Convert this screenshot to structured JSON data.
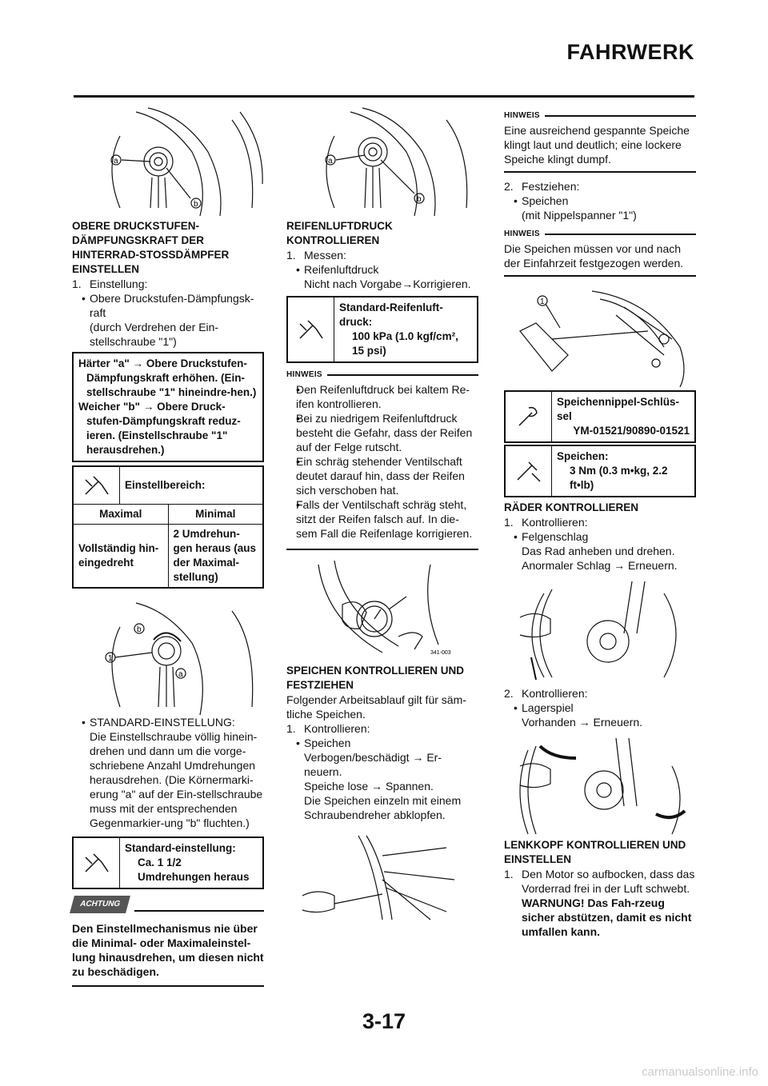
{
  "header": {
    "title": "FAHRWERK",
    "page_number": "3-17"
  },
  "col1": {
    "heading": "OBERE DRUCKSTUFEN-\nDÄMPFUNGSKRAFT DER\nHINTERRAD-STOSSDÄMPFER\nEINSTELLEN",
    "step1": "1.",
    "step1_text": "Einstellung:",
    "bullet1": "Obere Druckstufen-Dämpfungsk-raft",
    "bullet1_sub": "(durch Verdrehen der Ein-stellschraube \"1\")",
    "hard_box": {
      "line1": "Härter \"a\" → Obere Druckstufen-",
      "line1b": "Dämpfungskraft erhöhen. (Ein-stellschraube \"1\" hineindre-hen.)",
      "line2": "Weicher \"b\" → Obere Druck-",
      "line2b": "stufen-Dämpfungskraft reduz-ieren. (Einstellschraube \"1\" herausdrehen.)"
    },
    "range": {
      "title": "Einstellbereich:",
      "col_max": "Maximal",
      "col_min": "Minimal",
      "val_max": "Vollständig hin-eingedreht",
      "val_min": "2 Umdrehun-gen heraus (aus der Maximal-stellung)"
    },
    "bullet2": "STANDARD-EINSTELLUNG:",
    "bullet2_text": "Die Einstellschraube völlig hinein-drehen und dann um die vorge-schriebene Anzahl Umdrehungen herausdrehen. (Die Körnermarki-erung \"a\" auf der Ein-stellschraube muss mit der entsprechenden Gegenmarkier-ung \"b\" fluchten.)",
    "std_box": {
      "title": "Standard-einstellung:",
      "value": "Ca. 1 1/2 Umdrehungen heraus"
    },
    "warn_label": "ACHTUNG",
    "warn_text": "Den Einstellmechanismus nie über die Minimal- oder Maximaleinstel-lung hinausdrehen, um diesen nicht zu beschädigen.",
    "fig_labels": {
      "a": "a",
      "b": "b",
      "one": "1"
    }
  },
  "col2": {
    "heading": "REIFENLUFTDRUCK\nKONTROLLIEREN",
    "step1": "1.",
    "step1_text": "Messen:",
    "bullet1": "Reifenluftdruck",
    "bullet1_sub": "Nicht nach Vorgabe→Korrigieren.",
    "pressure_box": {
      "title": "Standard-Reifenluft-druck:",
      "value": "100 kPa (1.0 kgf/cm², 15 psi)"
    },
    "note_label": "HINWEIS",
    "notes": [
      "Den Reifenluftdruck bei kaltem Re-ifen kontrollieren.",
      "Bei zu niedrigem Reifenluftdruck besteht die Gefahr, dass der Reifen auf der Felge rutscht.",
      "Ein schräg stehender Ventilschaft deutet darauf hin, dass der Reifen sich verschoben hat.",
      "Falls der Ventilschaft schräg steht, sitzt der Reifen falsch auf. In die-sem Fall die Reifenlage korrigieren."
    ],
    "fig_code": "341-003",
    "heading2": "SPEICHEN KONTROLLIEREN UND FESTZIEHEN",
    "intro": "Folgender Arbeitsablauf gilt für säm-tliche Speichen.",
    "step2": "1.",
    "step2_text": "Kontrollieren:",
    "bullet2": "Speichen",
    "bullet2_l1": "Verbogen/beschädigt → Er-neuern.",
    "bullet2_l2": "Speiche lose → Spannen.",
    "bullet2_l3": "Die Speichen einzeln mit einem Schraubendreher abklopfen."
  },
  "col3": {
    "note_label": "HINWEIS",
    "note1": "Eine ausreichend gespannte Speiche klingt laut und deutlich; eine lockere Speiche klingt dumpf.",
    "step2": "2.",
    "step2_text": "Festziehen:",
    "bullet1": "Speichen",
    "bullet1_sub": "(mit Nippelspanner \"1\")",
    "note2": "Die Speichen müssen vor und nach der Einfahrzeit festgezogen werden.",
    "tool_box": {
      "title": "Speichennippel-Schlüs-sel",
      "value": "YM-01521/90890-01521"
    },
    "torque_box": {
      "title": "Speichen:",
      "value": "3 Nm (0.3 m•kg, 2.2 ft•lb)"
    },
    "heading": "RÄDER KONTROLLIEREN",
    "s1": "1.",
    "s1_text": "Kontrollieren:",
    "b1": "Felgenschlag",
    "b1_l1": "Das Rad anheben und drehen.",
    "b1_l2": "Anormaler Schlag → Erneuern.",
    "s2": "2.",
    "s2_text": "Kontrollieren:",
    "b2": "Lagerspiel",
    "b2_l1": "Vorhanden → Erneuern.",
    "heading2": "LENKKOPF KONTROLLIEREN UND EINSTELLEN",
    "s3": "1.",
    "s3_text": "Den Motor so aufbocken, dass das Vorderrad frei in der Luft schwebt.",
    "s3_warn": "WARNUNG! Das Fah-rzeug sicher abstützen, damit es nicht umfallen kann.",
    "fig_label": "1"
  },
  "watermark": "carmanualsonline.info"
}
